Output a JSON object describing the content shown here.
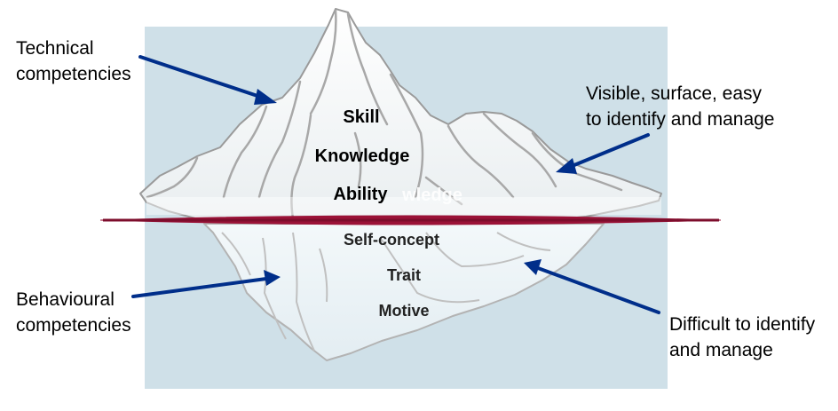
{
  "callouts": {
    "technical": [
      "Technical",
      "competencies"
    ],
    "behavioural": [
      "Behavioural",
      "competencies"
    ],
    "visible": [
      "Visible, surface, easy",
      "to identify and manage"
    ],
    "difficult": [
      "Difficult to identify",
      "and manage"
    ]
  },
  "above_water": [
    "Skill",
    "Knowledge",
    "Ability"
  ],
  "below_water": [
    "Self-concept",
    "Trait",
    "Motive"
  ],
  "ghost_text": "wledge",
  "colors": {
    "water": "#cfe0e8",
    "waterline": "#9b1237",
    "arrow": "#002e8a",
    "ice_outline": "#9a9a9a",
    "ice_fill": "#f7f7f7"
  }
}
